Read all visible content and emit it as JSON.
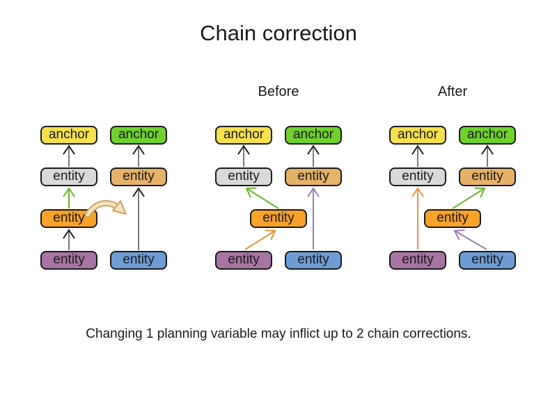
{
  "title": "Chain correction",
  "caption": "Changing 1 planning variable may inflict up to 2 chain corrections.",
  "sections": {
    "before_label": "Before",
    "after_label": "After"
  },
  "groups": {
    "left": {
      "nodes": [
        {
          "id": "anchor-yellow",
          "label": "anchor",
          "color": "#f6e04b"
        },
        {
          "id": "anchor-green",
          "label": "anchor",
          "color": "#71d02e"
        },
        {
          "id": "entity-gray",
          "label": "entity",
          "color": "#d9d9d9"
        },
        {
          "id": "entity-tan",
          "label": "entity",
          "color": "#e5b267"
        },
        {
          "id": "entity-orange",
          "label": "entity",
          "color": "#f9a22a"
        },
        {
          "id": "entity-purple",
          "label": "entity",
          "color": "#a874a4"
        },
        {
          "id": "entity-blue",
          "label": "entity",
          "color": "#6d9dd4"
        }
      ]
    },
    "before": {
      "nodes": [
        {
          "id": "anchor-yellow",
          "label": "anchor",
          "color": "#f6e04b"
        },
        {
          "id": "anchor-green",
          "label": "anchor",
          "color": "#71d02e"
        },
        {
          "id": "entity-gray",
          "label": "entity",
          "color": "#d9d9d9"
        },
        {
          "id": "entity-tan",
          "label": "entity",
          "color": "#e5b267"
        },
        {
          "id": "entity-orange",
          "label": "entity",
          "color": "#f9a22a"
        },
        {
          "id": "entity-purple",
          "label": "entity",
          "color": "#a874a4"
        },
        {
          "id": "entity-blue",
          "label": "entity",
          "color": "#6d9dd4"
        }
      ]
    },
    "after": {
      "nodes": [
        {
          "id": "anchor-yellow",
          "label": "anchor",
          "color": "#f6e04b"
        },
        {
          "id": "anchor-green",
          "label": "anchor",
          "color": "#71d02e"
        },
        {
          "id": "entity-gray",
          "label": "entity",
          "color": "#d9d9d9"
        },
        {
          "id": "entity-tan",
          "label": "entity",
          "color": "#e5b267"
        },
        {
          "id": "entity-orange",
          "label": "entity",
          "color": "#f9a22a"
        },
        {
          "id": "entity-purple",
          "label": "entity",
          "color": "#a874a4"
        },
        {
          "id": "entity-blue",
          "label": "entity",
          "color": "#6d9dd4"
        }
      ]
    }
  },
  "connections": {
    "left": [
      {
        "from": "entity-gray",
        "to": "anchor-yellow",
        "color": "gray"
      },
      {
        "from": "entity-tan",
        "to": "anchor-green",
        "color": "gray"
      },
      {
        "from": "entity-orange",
        "to": "entity-gray",
        "color": "green"
      },
      {
        "from": "entity-purple",
        "to": "entity-orange",
        "color": "gray"
      },
      {
        "from": "entity-blue",
        "to": "entity-tan",
        "color": "gray"
      },
      {
        "from": "entity-orange",
        "to": "right-chain",
        "color": "move",
        "style": "curved-block-arrow"
      }
    ],
    "before": [
      {
        "from": "entity-gray",
        "to": "anchor-yellow",
        "color": "gray"
      },
      {
        "from": "entity-tan",
        "to": "anchor-green",
        "color": "gray"
      },
      {
        "from": "entity-orange",
        "to": "entity-gray",
        "color": "green"
      },
      {
        "from": "entity-purple",
        "to": "entity-orange",
        "color": "orange"
      },
      {
        "from": "entity-blue",
        "to": "entity-tan",
        "color": "purple"
      }
    ],
    "after": [
      {
        "from": "entity-gray",
        "to": "anchor-yellow",
        "color": "gray"
      },
      {
        "from": "entity-tan",
        "to": "anchor-green",
        "color": "gray"
      },
      {
        "from": "entity-purple",
        "to": "entity-gray",
        "color": "orange"
      },
      {
        "from": "entity-orange",
        "to": "entity-tan",
        "color": "green"
      },
      {
        "from": "entity-blue",
        "to": "entity-orange",
        "color": "purple"
      }
    ]
  },
  "colors": {
    "background": "#ffffff",
    "text": "#1a1a1a",
    "node_border": "#1a1a1a",
    "arrow_gray": "#7a7a7a",
    "arrow_head_black": "#1f1f1f",
    "arrow_green": "#6ab52e",
    "arrow_orange": "#e8943c",
    "arrow_purple": "#9b7cb7",
    "move_arrow_fill": "#f3e2ba",
    "move_arrow_outline": "#c9a365"
  }
}
